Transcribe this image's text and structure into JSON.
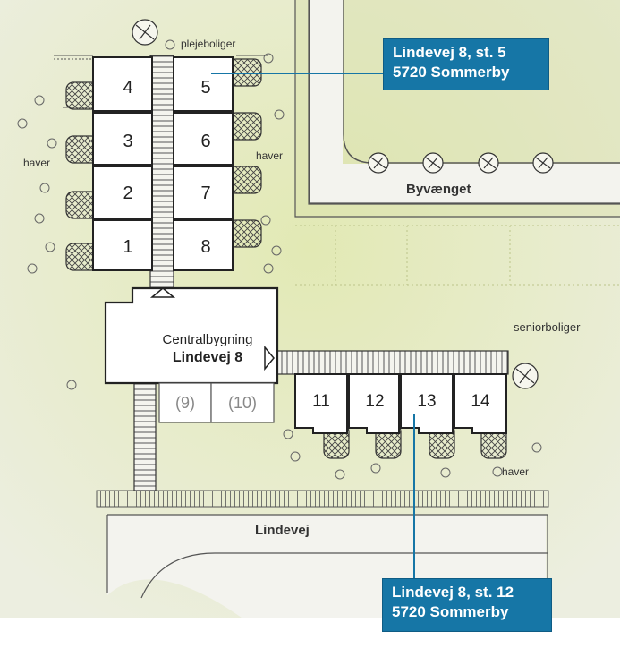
{
  "colors": {
    "ground": "#e9ecd0",
    "grass": "#dfe6b4",
    "road": "#f2f2ee",
    "callout_bg": "#1676a6",
    "line": "#2f2f2f",
    "leader": "#1676a6"
  },
  "areas": {
    "plejeboliger": "plejeboliger",
    "haver_left": "haver",
    "haver_right": "haver",
    "seniorboliger": "seniorboliger",
    "haver_bottom": "haver"
  },
  "roads": {
    "byvaenget": "Byvænget",
    "lindevej": "Lindevej"
  },
  "units": {
    "u1": "1",
    "u2": "2",
    "u3": "3",
    "u4": "4",
    "u5": "5",
    "u6": "6",
    "u7": "7",
    "u8": "8",
    "u9": "(9)",
    "u10": "(10)",
    "u11": "11",
    "u12": "12",
    "u13": "13",
    "u14": "14"
  },
  "central": {
    "name": "Centralbygning",
    "address": "Lindevej 8"
  },
  "callouts": {
    "top": {
      "line1": "Lindevej 8, st. 5",
      "line2": "5720 Sommerby"
    },
    "bottom": {
      "line1": "Lindevej 8, st. 12",
      "line2": "5720 Sommerby"
    }
  }
}
